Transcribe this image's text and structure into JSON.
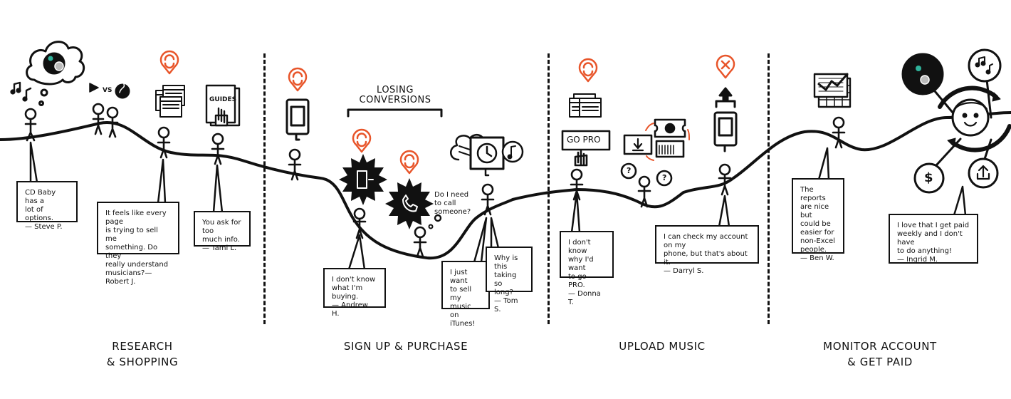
{
  "stages": [
    {
      "label": "RESEARCH\n& SHOPPING"
    },
    {
      "label": "SIGN UP & PURCHASE"
    },
    {
      "label": "UPLOAD MUSIC"
    },
    {
      "label": "MONITOR ACCOUNT\n& GET PAID"
    }
  ],
  "annotations": {
    "losing_conversions": "LOSING\nCONVERSIONS",
    "guides": "GUIDES",
    "go_pro": "GO PRO",
    "vs": "VS",
    "thought_call": "Do I need\nto call\nsomeone?"
  },
  "quotes": [
    {
      "text": "CD Baby has a\nlot of options.\n— Steve P."
    },
    {
      "text": "It feels like every page\nis trying to sell me\nsomething. Do they\nreally understand\nmusicians?— Robert J."
    },
    {
      "text": "You ask for too\nmuch info.\n— Tami L."
    },
    {
      "text": "I don't know\nwhat I'm buying.\n— Andrew H."
    },
    {
      "text": "I just want\nto sell my\nmusic on\niTunes!"
    },
    {
      "text": "Why is this\ntaking so\nlong?\n— Tom S."
    },
    {
      "text": "I don't know\nwhy I'd want\nto go PRO.\n— Donna T."
    },
    {
      "text": "I can check my account on my\nphone, but that's about it.\n— Darryl S."
    },
    {
      "text": "The reports\nare nice but\ncould be\neasier for\nnon-Excel\npeople.\n— Ben W."
    },
    {
      "text": "I love that I get paid\nweekly and I don't have\nto do anything!\n— Ingrid M."
    }
  ],
  "colors": {
    "accent": "#e8552a",
    "ink": "#111111",
    "background": "#ffffff"
  }
}
